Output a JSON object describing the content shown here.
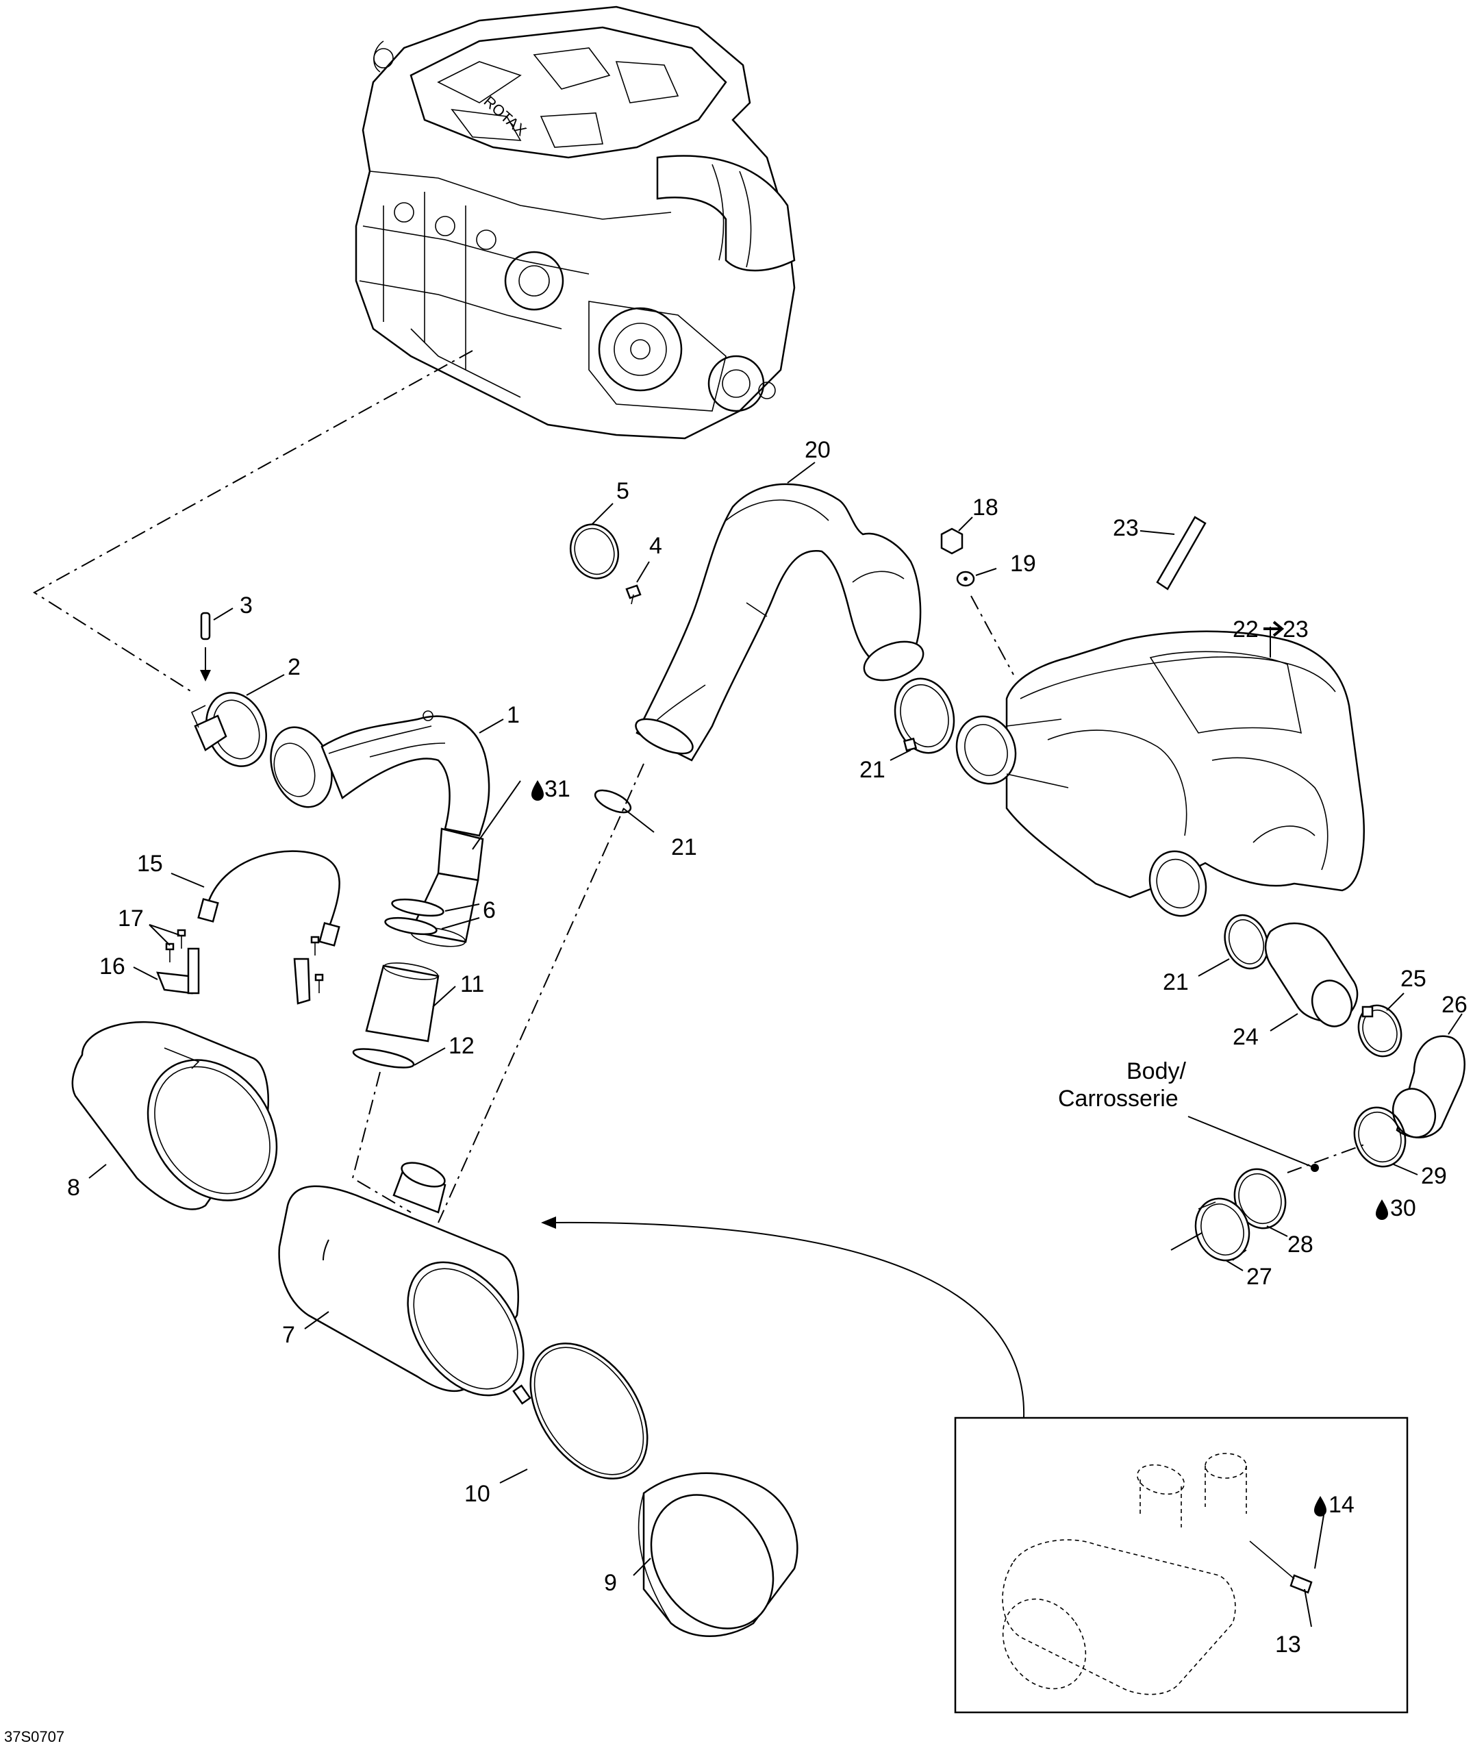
{
  "callouts": {
    "c1": "1",
    "c2": "2",
    "c3": "3",
    "c4": "4",
    "c5": "5",
    "c6": "6",
    "c7": "7",
    "c8": "8",
    "c9": "9",
    "c10": "10",
    "c11": "11",
    "c12": "12",
    "c13": "13",
    "c14": "14",
    "c15": "15",
    "c16": "16",
    "c17": "17",
    "c18": "18",
    "c19": "19",
    "c20": "20",
    "c21a": "21",
    "c21b": "21",
    "c21c": "21",
    "c22": "22",
    "c23a": "23",
    "c23b": "23",
    "c24": "24",
    "c25": "25",
    "c26": "26",
    "c27": "27",
    "c28": "28",
    "c29": "29",
    "c30": "30",
    "c31": "31"
  },
  "body_label": {
    "line1": "Body/",
    "line2": "Carrosserie"
  },
  "engine_text": "ROTAX",
  "figure_code": "37S0707",
  "icons": {
    "drop": "drop-icon",
    "arrow": "right-arrow-icon"
  }
}
